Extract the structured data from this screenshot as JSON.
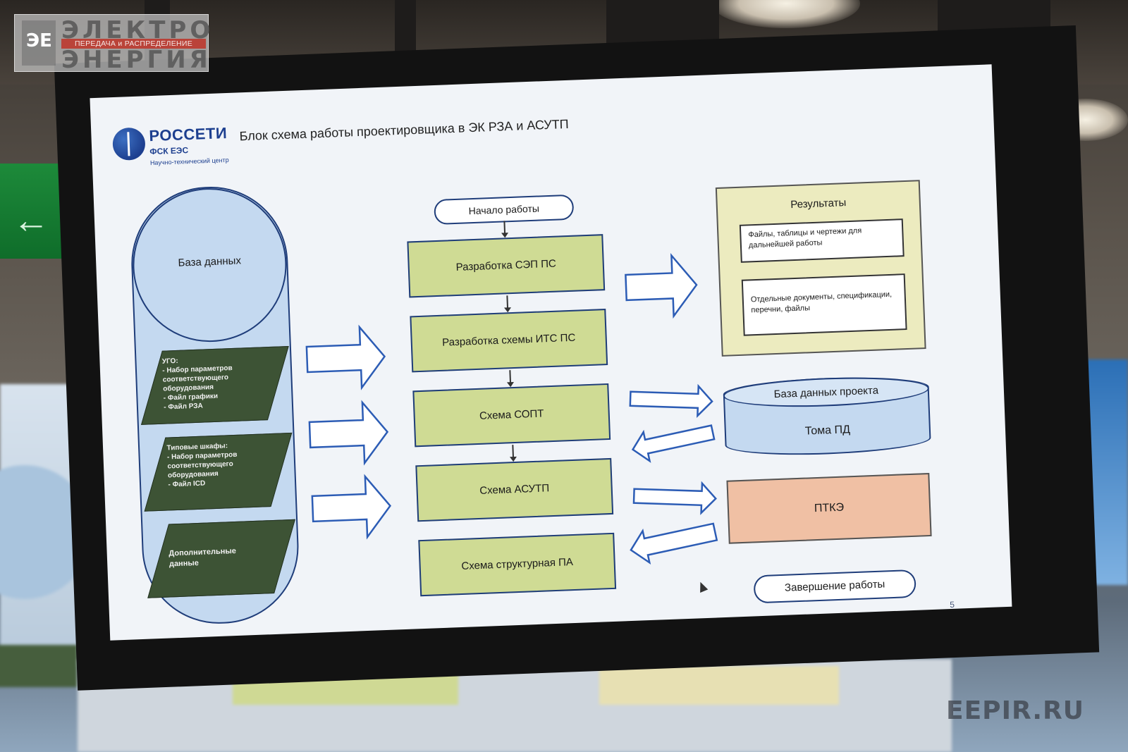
{
  "watermark": {
    "line1": "ЭЛЕКТРО",
    "line2": "ПЕРЕДАЧА и РАСПРЕДЕЛЕНИЕ",
    "line3": "ЭНЕРГИЯ",
    "mark": "ЭЕ",
    "site": "EEPIR.RU"
  },
  "slide": {
    "brand_name": "РОССЕТИ",
    "brand_sub": "ФСК ЕЭС",
    "brand_tag": "Научно-технический центр",
    "title": "Блок схема работы  проектировщика в ЭК РЗА и АСУТП",
    "database_label": "База данных",
    "inputs": [
      {
        "text": "УГО:\n- Набор параметров\nсоответствующего\nоборудования\n- Файл графики\n- Файл РЗА"
      },
      {
        "text": "Типовые шкафы:\n- Набор параметров\nсоответствующего\nоборудования\n- Файл ICD"
      },
      {
        "text": "Дополнительные\nданные"
      }
    ],
    "start": "Начало работы",
    "steps": [
      "Разработка СЭП ПС",
      "Разработка схемы ИТС ПС",
      "Схема СОПТ",
      "Схема АСУТП",
      "Схема структурная ПА"
    ],
    "results_title": "Результаты",
    "results_items": [
      "Файлы, таблицы и чертежи для дальнейшей работы",
      "Отдельные документы, спецификации, перечни, файлы"
    ],
    "project_db_title": "База данных проекта",
    "project_db_content": "Тома ПД",
    "ptke": "ПТКЭ",
    "end": "Завершение работы",
    "page_number": "5"
  },
  "colors": {
    "step_fill": "#cfdb94",
    "input_fill": "#3d5335",
    "database_fill": "#c4d9f0",
    "results_fill": "#ecebbf",
    "ptke_fill": "#f0c0a4",
    "outline": "#1f3d7a"
  }
}
